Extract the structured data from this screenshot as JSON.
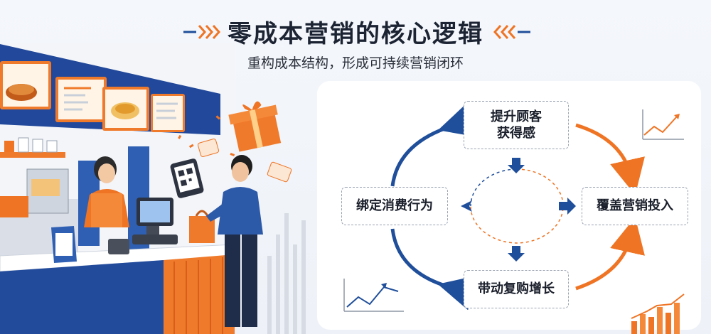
{
  "header": {
    "title": "零成本营销的核心逻辑",
    "subtitle": "重构成本结构，形成可持续营销闭环"
  },
  "diagram": {
    "nodes": {
      "top": "提升顾客\n获得感",
      "right": "覆盖营销投入",
      "bottom": "带动复购增长",
      "left": "绑定消费行为"
    }
  },
  "colors": {
    "blue": "#1f4e9a",
    "orange": "#ef7424",
    "dark_text": "#1c2433"
  },
  "illustration": {
    "scene": "restaurant-counter",
    "icons": [
      "menu-board-icon",
      "gift-box-icon",
      "qr-code-phone-icon",
      "pos-terminal-icon",
      "shopping-bag-icon",
      "growth-chart-icon"
    ]
  }
}
